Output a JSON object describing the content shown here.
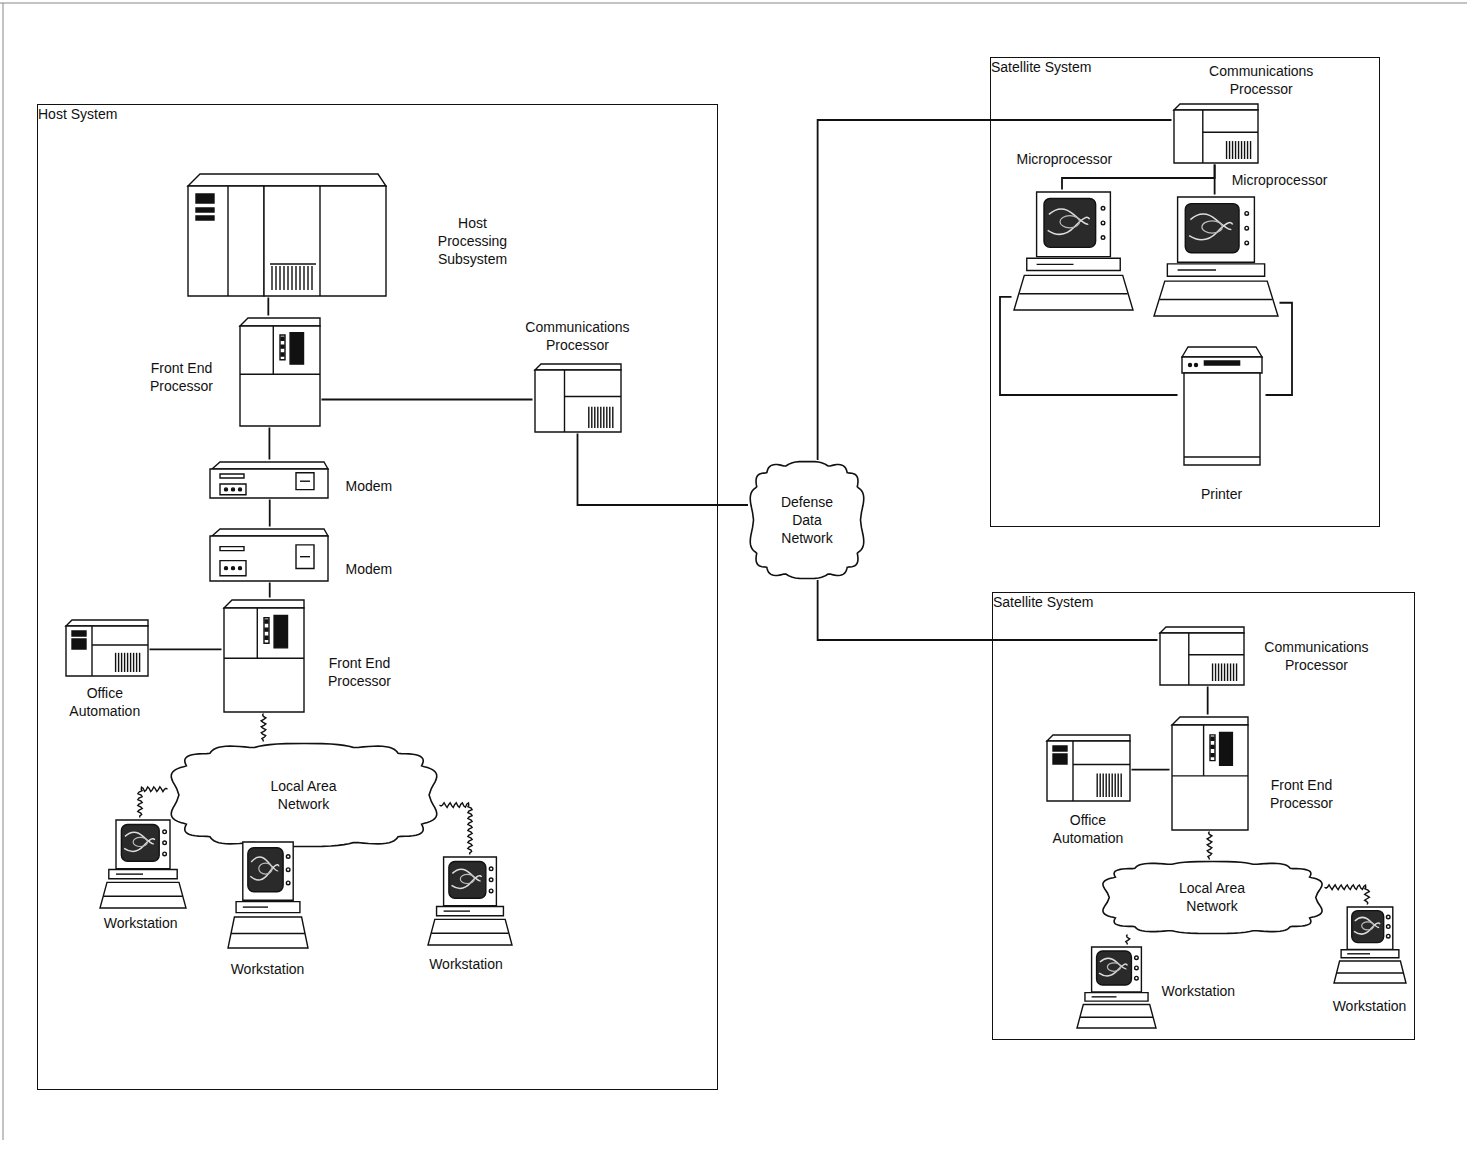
{
  "diagram": {
    "nodes": [
      {
        "text": [
          "Host System"
        ]
      },
      {
        "text": [
          "Host Processing Subsystem"
        ],
        "in": 0
      },
      {
        "text": [
          "Front End Processor"
        ],
        "in": 0
      },
      {
        "text": [
          "Communications Processor"
        ],
        "in": 0
      },
      {
        "text": [
          "Modem"
        ],
        "in": 0
      },
      {
        "text": [
          "Modem"
        ],
        "in": 0
      },
      {
        "text": [
          "Office Automation"
        ],
        "in": 0
      },
      {
        "text": [
          "Front End Processor"
        ],
        "in": 0
      },
      {
        "text": [
          "Local Area Network"
        ],
        "in": 0
      },
      {
        "text": [
          "Workstation"
        ],
        "in": 0
      },
      {
        "text": [
          "Workstation"
        ],
        "in": 0
      },
      {
        "text": [
          "Workstation"
        ],
        "in": 0
      },
      {
        "text": [
          "Defense Data Network"
        ]
      },
      {
        "text": [
          "Satellite System"
        ]
      },
      {
        "text": [
          "Communications Processor"
        ],
        "in": 13
      },
      {
        "text": [
          "Microprocessor"
        ],
        "in": 13
      },
      {
        "text": [
          "Microprocessor"
        ],
        "in": 13
      },
      {
        "text": [
          "Printer"
        ],
        "in": 13
      },
      {
        "text": [
          "Satellite System"
        ]
      },
      {
        "text": [
          "Communications Processor"
        ],
        "in": 18
      },
      {
        "text": [
          "Office Automation"
        ],
        "in": 18
      },
      {
        "text": [
          "Front End Processor"
        ],
        "in": 18
      },
      {
        "text": [
          "Local Area Network"
        ],
        "in": 18
      },
      {
        "text": [
          "Workstation"
        ],
        "in": 18
      },
      {
        "text": [
          "Workstation"
        ],
        "in": 18
      }
    ],
    "edges": [
      {
        "from": 1,
        "to": 2,
        "arrow": "none"
      },
      {
        "from": 2,
        "to": 4,
        "arrow": "none"
      },
      {
        "from": 4,
        "to": 5,
        "arrow": "none"
      },
      {
        "from": 5,
        "to": 7,
        "arrow": "none"
      },
      {
        "from": 6,
        "to": 7,
        "arrow": "none"
      },
      {
        "from": 7,
        "to": 8,
        "arrow": "none"
      },
      {
        "from": 8,
        "to": 9,
        "arrow": "none"
      },
      {
        "from": 8,
        "to": 10,
        "arrow": "none"
      },
      {
        "from": 8,
        "to": 11,
        "arrow": "none"
      },
      {
        "from": 2,
        "to": 3,
        "arrow": "none"
      },
      {
        "from": 3,
        "to": 12,
        "arrow": "none"
      },
      {
        "from": 12,
        "to": 14,
        "arrow": "none"
      },
      {
        "from": 12,
        "to": 19,
        "arrow": "none"
      },
      {
        "from": 14,
        "to": 15,
        "arrow": "none"
      },
      {
        "from": 14,
        "to": 16,
        "arrow": "none"
      },
      {
        "from": 15,
        "to": 17,
        "arrow": "none"
      },
      {
        "from": 16,
        "to": 17,
        "arrow": "none"
      },
      {
        "from": 19,
        "to": 21,
        "arrow": "none"
      },
      {
        "from": 20,
        "to": 21,
        "arrow": "none"
      },
      {
        "from": 21,
        "to": 22,
        "arrow": "none"
      },
      {
        "from": 22,
        "to": 23,
        "arrow": "none"
      },
      {
        "from": 22,
        "to": 24,
        "arrow": "none"
      }
    ]
  }
}
